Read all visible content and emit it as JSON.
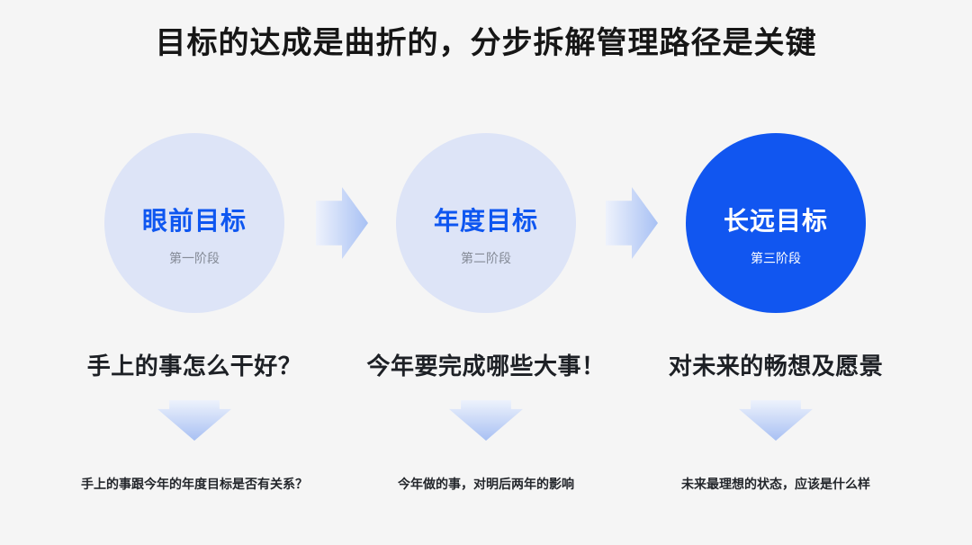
{
  "title": "目标的达成是曲折的，分步拆解管理路径是关键",
  "colors": {
    "background": "#f5f5f5",
    "primary_blue": "#1156f0",
    "light_circle": "#dde4f7",
    "arrow_gradient_start": "#eef2fc",
    "arrow_gradient_end": "#a8c1f4",
    "phase_gray": "#848a96",
    "text_dark": "#1d2025"
  },
  "stages": [
    {
      "name": "眼前目标",
      "phase": "第一阶段",
      "question": "手上的事怎么干好？",
      "caption": "手上的事跟今年的年度目标是否有关系？",
      "emphasis": false
    },
    {
      "name": "年度目标",
      "phase": "第二阶段",
      "question": "今年要完成哪些大事！",
      "caption": "今年做的事，对明后两年的影响",
      "emphasis": false
    },
    {
      "name": "长远目标",
      "phase": "第三阶段",
      "question": "对未来的畅想及愿景",
      "caption": "未来最理想的状态，应该是什么样",
      "emphasis": true
    }
  ]
}
